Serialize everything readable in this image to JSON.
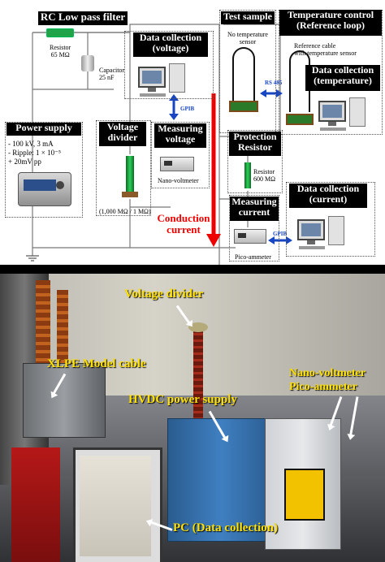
{
  "schematic": {
    "rc_filter": {
      "title": "RC Low pass filter",
      "resistor": "Resistor\n65 MΩ",
      "capacitor": "Capacitor\n25 nF"
    },
    "power_supply": {
      "title": "Power supply",
      "specs": "- 100 kV, 3 mA\n- Ripple: 1 × 10⁻⁵\n+ 20mV pp"
    },
    "data_collection_voltage": {
      "title": "Data collection\n(voltage)"
    },
    "gpib_1": "GPIB",
    "voltage_divider": {
      "title": "Voltage\ndivider",
      "ratio": "(1,000 MΩ / 1 MΩ)"
    },
    "measuring_voltage": {
      "title": "Measuring\nvoltage",
      "device": "Nano-voltmeter"
    },
    "test_sample": {
      "title": "Test sample",
      "note": "No temperature\nsensor"
    },
    "rs485": "RS 485",
    "temperature_control": {
      "title": "Temperature control\n(Reference loop)",
      "note": "Reference cable\nwith temperature sensor"
    },
    "data_collection_temperature": {
      "title": "Data collection\n(temperature)"
    },
    "protection_resistor": {
      "title": "Protection\nResistor",
      "value": "Resistor\n600 MΩ"
    },
    "conduction_current": "Conduction\ncurrent",
    "measuring_current": {
      "title": "Measuring\ncurrent",
      "device": "Pico-ammeter"
    },
    "gpib_2": "GPIB",
    "data_collection_current": {
      "title": "Data collection\n(current)"
    }
  },
  "photo": {
    "labels": {
      "voltage_divider": "Voltage divider",
      "xlpe": "XLPE Model cable",
      "hvdc": "HVDC power supply",
      "nano": "Nano-voltmeter",
      "pico": "Pico-ammeter",
      "pc": "PC (Data collection)"
    }
  }
}
